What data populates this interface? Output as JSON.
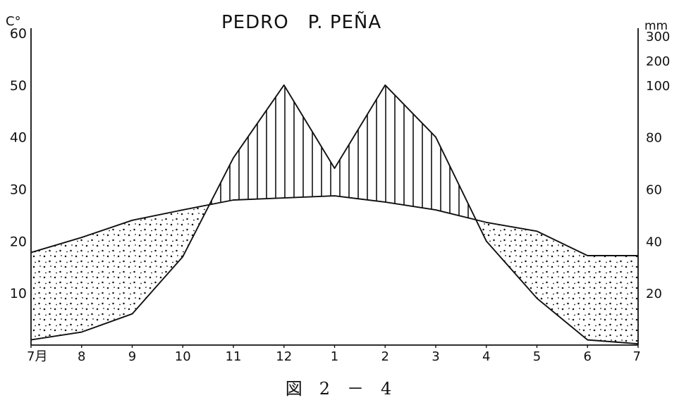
{
  "chart_data": {
    "type": "area",
    "title": "PEDRO　P. PEÑA",
    "caption": "図　2　－　4",
    "left_axis": {
      "unit": "C°",
      "ticks": [
        10,
        20,
        30,
        40,
        50,
        60
      ],
      "ylim": [
        0,
        60
      ]
    },
    "right_axis": {
      "unit": "mm",
      "ticks": [
        {
          "label": "20",
          "value": 20
        },
        {
          "label": "40",
          "value": 40
        },
        {
          "label": "60",
          "value": 60
        },
        {
          "label": "80",
          "value": 80
        },
        {
          "label": "100",
          "value": 100
        },
        {
          "label": "200",
          "value": 200
        },
        {
          "label": "300",
          "value": 300
        }
      ],
      "scale": "linear to 100 (2 mm per °C), compressed above 100"
    },
    "x_labels": [
      "7月",
      "8",
      "9",
      "10",
      "11",
      "12",
      "1",
      "2",
      "3",
      "4",
      "5",
      "6",
      "7"
    ],
    "series": [
      {
        "key": "temperature",
        "axis": "left",
        "values": [
          17.8,
          20.7,
          24.0,
          26.0,
          27.9,
          28.3,
          28.7,
          27.5,
          26.0,
          23.6,
          21.9,
          17.2,
          17.2
        ]
      },
      {
        "key": "precipitation",
        "axis": "right",
        "values": [
          2,
          5,
          12,
          34,
          72,
          100,
          68,
          100,
          80,
          40,
          18,
          2,
          0.5
        ]
      }
    ],
    "legend": "none",
    "grid": false,
    "fill_patterns": {
      "wet": "vertical-hatch",
      "dry": "dots"
    }
  }
}
